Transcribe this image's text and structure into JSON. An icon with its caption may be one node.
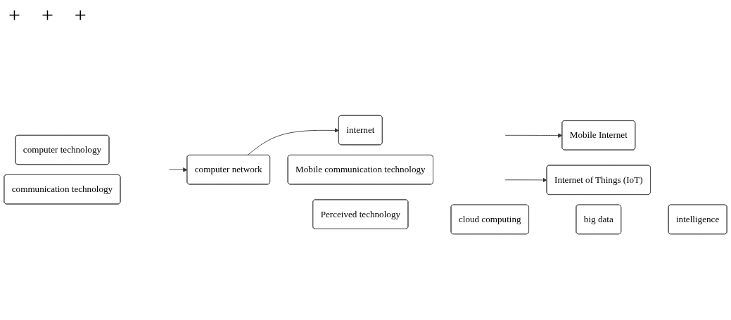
{
  "diagram": {
    "nodes": [
      {
        "text": [
          "computer technology"
        ]
      },
      {
        "text": [
          "communication technology"
        ]
      },
      {
        "text": [
          "computer network"
        ]
      },
      {
        "text": [
          "internet"
        ]
      },
      {
        "text": [
          "Mobile communication technology"
        ]
      },
      {
        "text": [
          "Mobile Internet"
        ]
      },
      {
        "text": [
          "Perceived technology"
        ]
      },
      {
        "text": [
          "Internet of Things (IoT)"
        ]
      },
      {
        "text": [
          "cloud computing"
        ]
      },
      {
        "text": [
          "big data"
        ]
      },
      {
        "text": [
          "intelligence"
        ]
      }
    ],
    "edges": [
      {
        "from": null,
        "to": 2,
        "arrow": "to"
      },
      {
        "from": 2,
        "to": 3,
        "arrow": "to"
      },
      {
        "from": null,
        "to": 5,
        "arrow": "to"
      },
      {
        "from": null,
        "to": 7,
        "arrow": "to"
      }
    ],
    "labels": [
      "+",
      "+",
      "+"
    ]
  }
}
